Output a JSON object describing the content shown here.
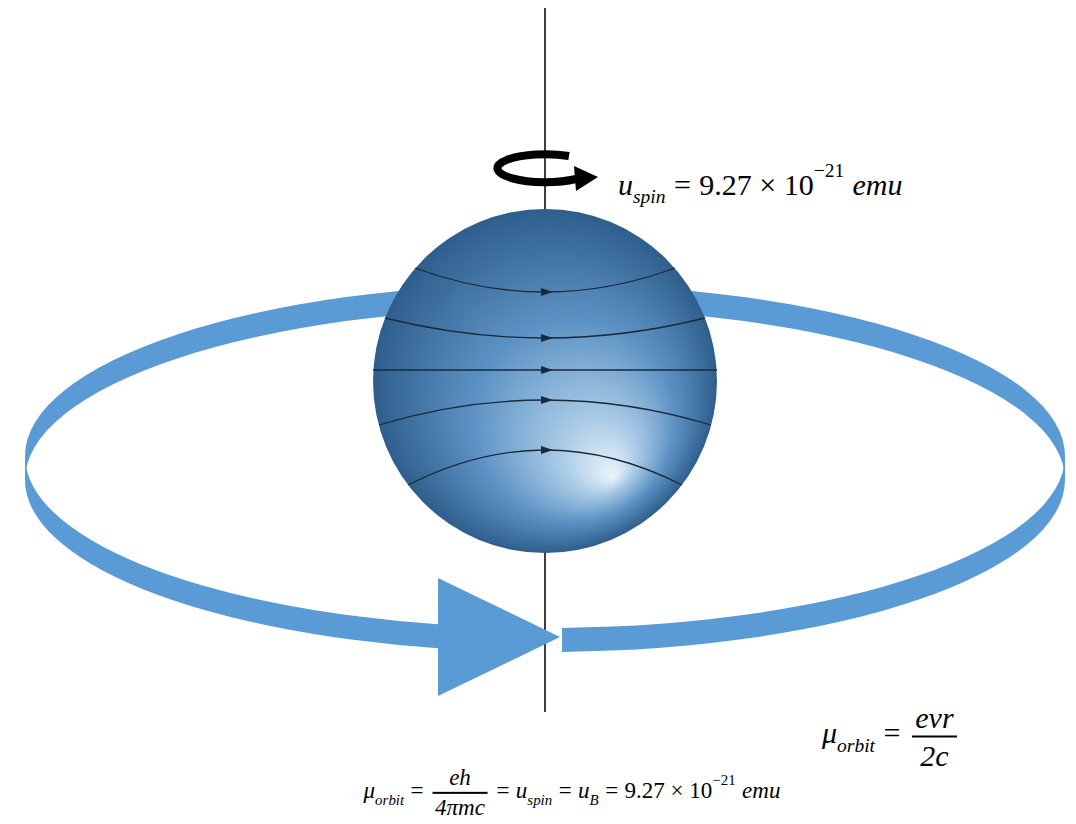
{
  "diagram": {
    "labels": [
      "u",
      "spin",
      "=",
      "9.27 × 10",
      "−21",
      "emu",
      "μ",
      "orbit",
      "=",
      "evr",
      "2c",
      "μ",
      "orbit",
      "=",
      "eh",
      "4πmc",
      "=",
      "u",
      "spin",
      "=",
      "u",
      "B",
      "=",
      "9.27 × 10",
      "−21",
      "emu"
    ]
  }
}
